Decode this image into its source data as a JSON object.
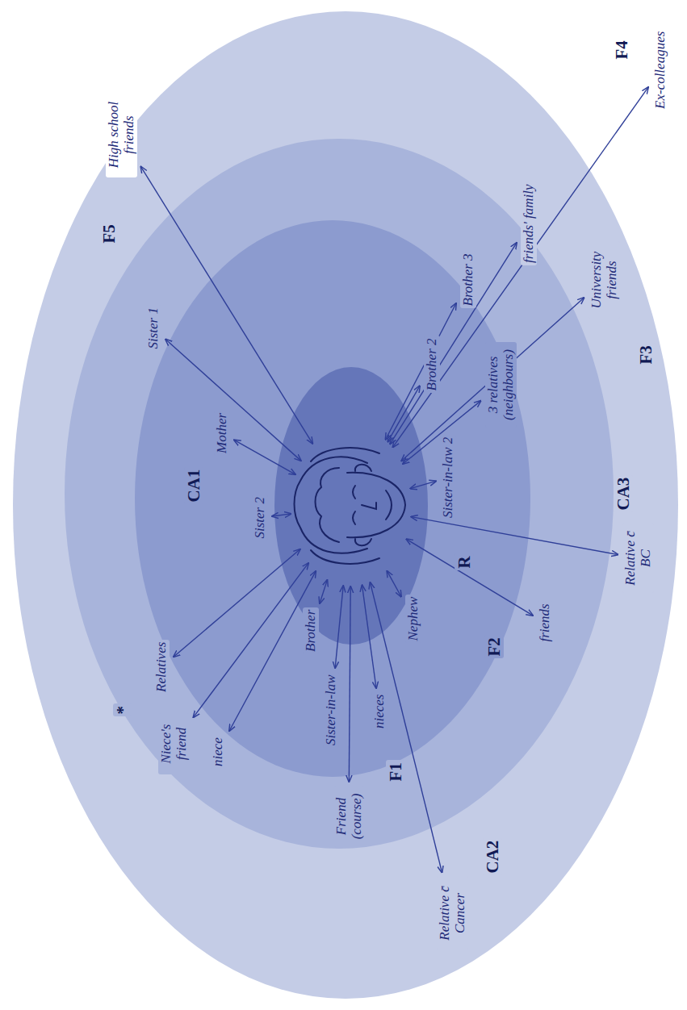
{
  "diagram": {
    "labels": [
      "F5",
      "High school friends",
      "*",
      "Niece's friend",
      "Relatives",
      "niece",
      "Friend (course)",
      "F1",
      "Relative c̄ Cancer",
      "CA2",
      "Brother",
      "Sister-in-law",
      "nieces",
      "Nephew",
      "F2",
      "friends",
      "R",
      "Sister 2",
      "CA1",
      "Mother",
      "Sister 1",
      "Sister-in-law 2",
      "Brother 2",
      "3 relatives (neighbours)",
      "Relative c̄ BC",
      "CA3",
      "Brother 3",
      "University friends",
      "friends' family",
      "F3",
      "F4",
      "Ex-colleagues"
    ]
  }
}
